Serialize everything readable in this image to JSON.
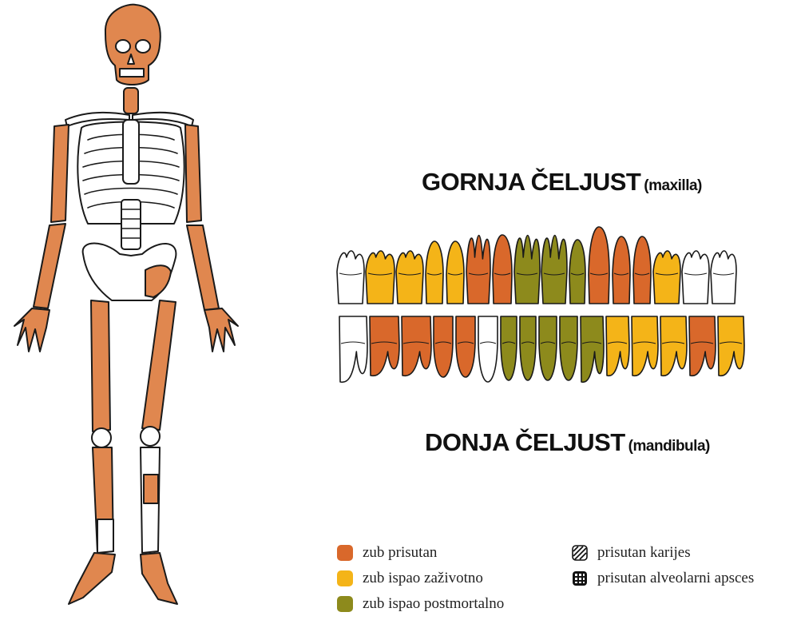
{
  "upper_jaw": {
    "title": "GORNJA ČELJUST",
    "subtitle": "(maxilla)"
  },
  "lower_jaw": {
    "title": "DONJA ČELJUST",
    "subtitle": "(mandibula)"
  },
  "colors": {
    "present": "#d9682b",
    "lost_antemortem": "#f4b418",
    "lost_postmortem": "#8d8a1c",
    "missing": "#ffffff",
    "bone_preserved": "#e0874f",
    "outline": "#1a1a1a"
  },
  "teeth": {
    "upper": [
      "missing",
      "antemortem",
      "antemortem",
      "antemortem",
      "antemortem",
      "present",
      "present",
      "postmortem",
      "postmortem",
      "postmortem",
      "present",
      "present",
      "present",
      "antemortem",
      "missing",
      "missing"
    ],
    "lower": [
      "missing",
      "present",
      "present",
      "present",
      "present",
      "missing",
      "postmortem",
      "postmortem",
      "postmortem",
      "postmortem",
      "postmortem",
      "antemortem",
      "antemortem",
      "antemortem",
      "present",
      "antemortem"
    ]
  },
  "legend": {
    "present": "zub prisutan",
    "antemortem": "zub ispao zaživotno",
    "postmortem": "zub ispao postmortalno",
    "caries": "prisutan karijes",
    "abscess": "prisutan alveolarni apsces"
  }
}
